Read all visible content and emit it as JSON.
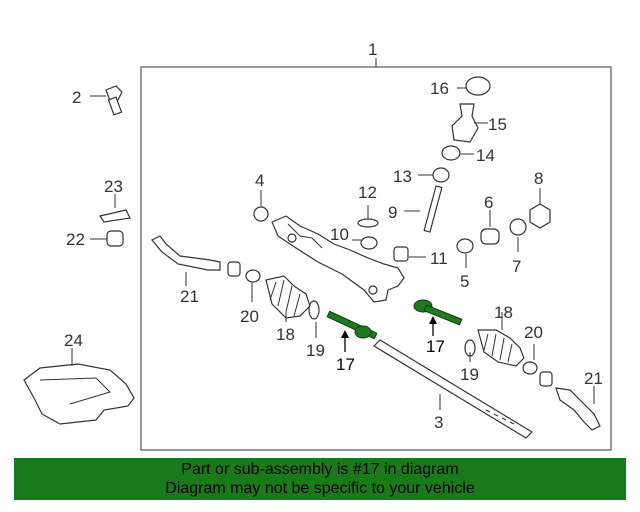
{
  "callouts": {
    "c1": "1",
    "c2": "2",
    "c3": "3",
    "c4": "4",
    "c5": "5",
    "c6": "6",
    "c7": "7",
    "c8": "8",
    "c9": "9",
    "c10": "10",
    "c11": "11",
    "c12": "12",
    "c13": "13",
    "c14": "14",
    "c15": "15",
    "c16": "16",
    "c17": "17",
    "c18": "18",
    "c19": "19",
    "c20": "20",
    "c21": "21",
    "c22": "22",
    "c23": "23",
    "c24": "24"
  },
  "banner": {
    "line1": "Part or sub-assembly is #17 in diagram",
    "line2": "Diagram may not be specific to your vehicle"
  },
  "colors": {
    "highlight": "#1f7a1f",
    "banner_bg": "#1a7a1a",
    "line": "#333333"
  }
}
